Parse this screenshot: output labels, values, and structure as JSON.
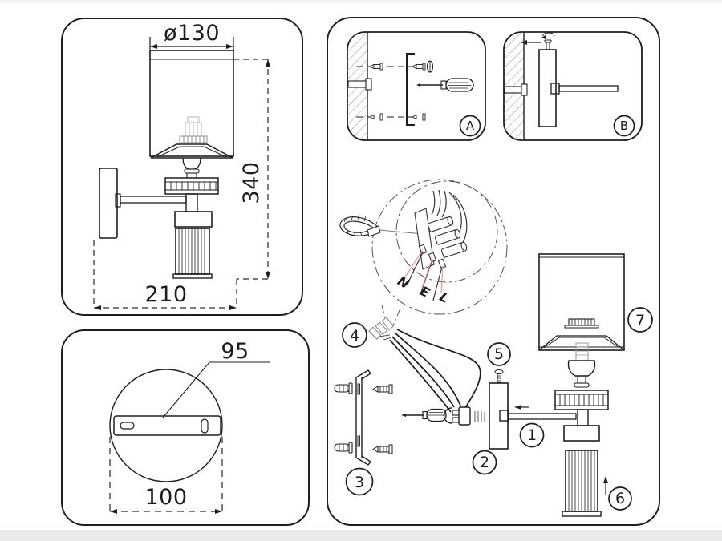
{
  "document": {
    "type": "wall-lamp assembly instruction sheet"
  },
  "colors": {
    "line": "#1e1e1e",
    "muted_gray": "#9a9a9a",
    "accent_pink": "#e59c9c",
    "paper": "#ffffff",
    "edge_strip": "#eaeaea"
  },
  "dimension_view": {
    "diameter_label": "ø130",
    "height_label": "340",
    "width_label": "210"
  },
  "plate_view": {
    "bar_length_label": "95",
    "diameter_label": "100"
  },
  "install": {
    "panel_a_label": "A",
    "panel_b_label": "B",
    "wire_labels": {
      "neutral": "N",
      "earth": "E",
      "live": "L"
    },
    "step_labels": [
      "1",
      "2",
      "3",
      "4",
      "5",
      "6",
      "7"
    ]
  }
}
